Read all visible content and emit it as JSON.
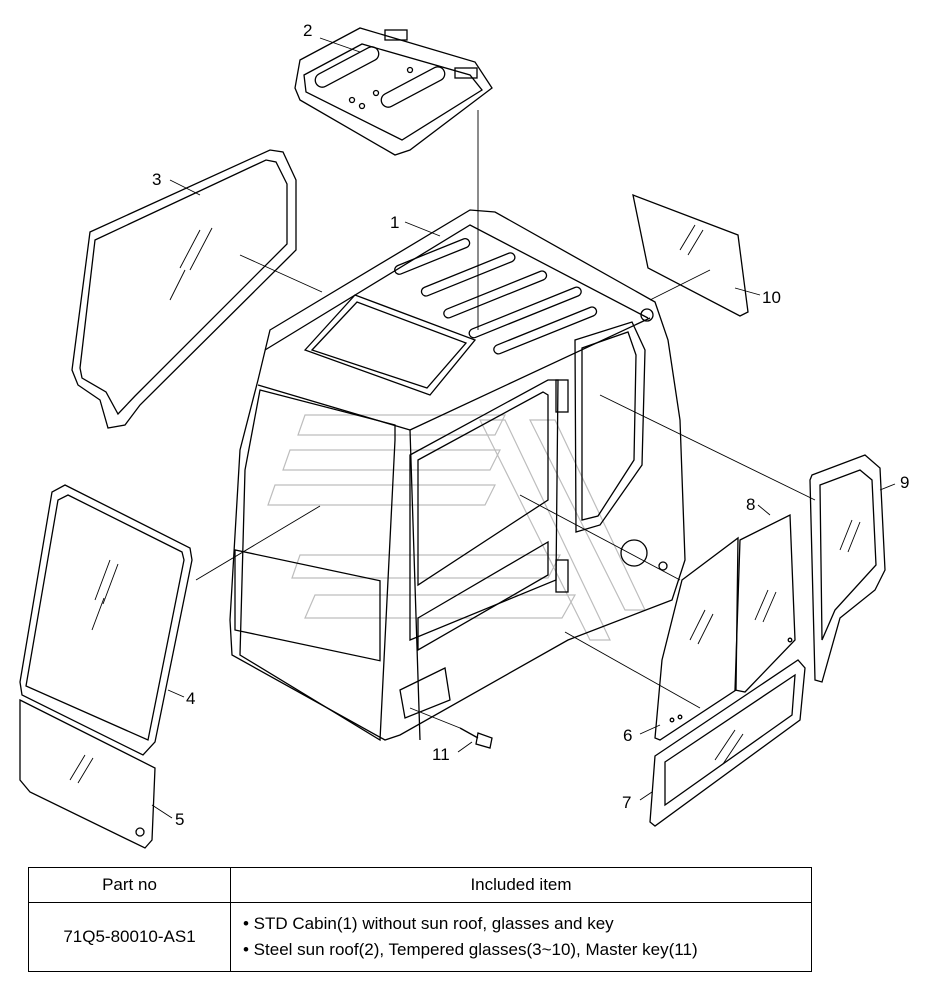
{
  "callouts": [
    "1",
    "2",
    "3",
    "4",
    "5",
    "6",
    "7",
    "8",
    "9",
    "10",
    "11"
  ],
  "table": {
    "headers": [
      "Part no",
      "Included item"
    ],
    "rows": [
      {
        "part_no": "71Q5-80010-AS1",
        "items": [
          "• STD Cabin(1) without sun roof, glasses and key",
          "• Steel sun roof(2), Tempered glasses(3~10), Master key(11)"
        ]
      }
    ]
  }
}
